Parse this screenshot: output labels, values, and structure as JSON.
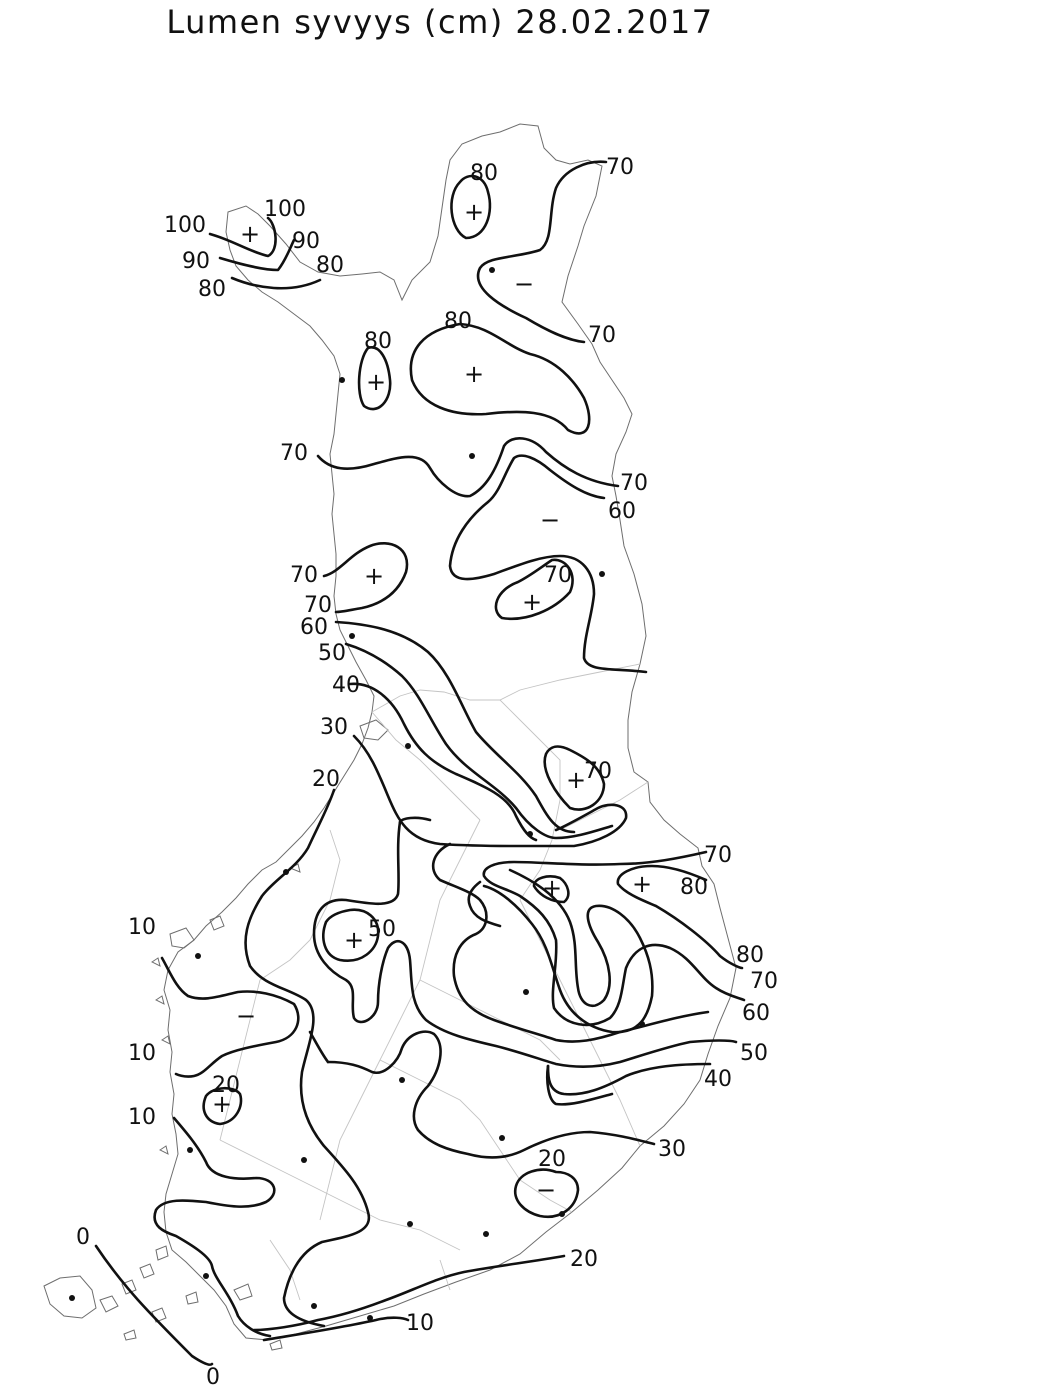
{
  "title": "Lumen syvyys (cm) 28.02.2017",
  "colors": {
    "contour": "#111111",
    "border": "#6e6e6e",
    "region_border": "#c4c4c4",
    "background": "#ffffff"
  },
  "contour_labels": [
    "100",
    "90",
    "80",
    "100",
    "90",
    "80",
    "80",
    "80",
    "80",
    "70",
    "70",
    "70",
    "70",
    "60",
    "70",
    "70",
    "70",
    "60",
    "50",
    "40",
    "30",
    "20",
    "70",
    "70",
    "80",
    "50",
    "80",
    "70",
    "60",
    "10",
    "50",
    "10",
    "20",
    "40",
    "10",
    "30",
    "20",
    "0",
    "20",
    "10",
    "0"
  ],
  "markers": [
    "+",
    "+",
    "−",
    "+",
    "+",
    "−",
    "+",
    "+",
    "+",
    "+",
    "+",
    "+",
    "−",
    "+",
    "−"
  ]
}
